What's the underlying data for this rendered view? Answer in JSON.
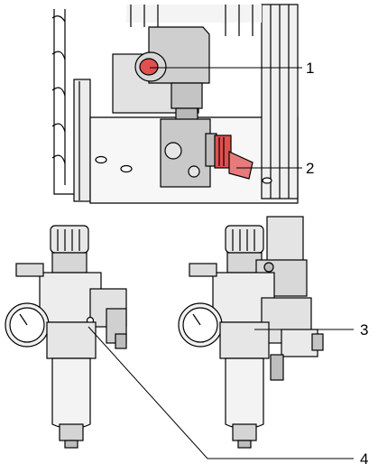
{
  "callouts": [
    {
      "id": "1",
      "label": "1"
    },
    {
      "id": "2",
      "label": "2"
    },
    {
      "id": "3",
      "label": "3"
    },
    {
      "id": "4",
      "label": "4"
    }
  ],
  "colors": {
    "line": "#000000",
    "metal_light": "#e4e4e4",
    "metal_mid": "#c8c8c8",
    "metal_dark": "#9a9a9a",
    "accent_red": "#e0504f",
    "frame": "#f2f2f2"
  }
}
